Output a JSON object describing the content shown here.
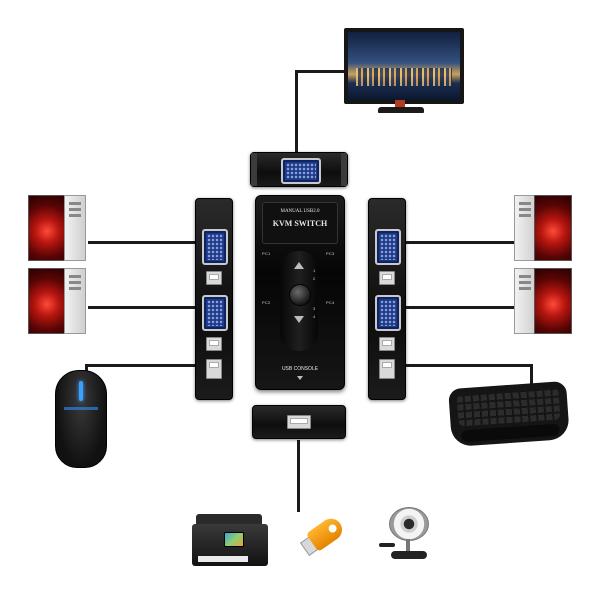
{
  "kvm": {
    "label_top": "MANUAL USB2.0",
    "label_main": "KVM SWITCH",
    "label_bottom": "USB CONSOLE",
    "port_labels": [
      "PC1",
      "PC2",
      "PC3",
      "PC4"
    ],
    "led_labels": [
      "1",
      "2",
      "3",
      "4"
    ]
  },
  "devices": {
    "monitor": "monitor-icon",
    "pcs": [
      "pc-1",
      "pc-2",
      "pc-3",
      "pc-4"
    ],
    "mouse": "mouse-icon",
    "keyboard": "keyboard-icon",
    "printer": "printer-icon",
    "usb_drive": "usb-drive-icon",
    "webcam": "webcam-icon"
  },
  "colors": {
    "background": "#ffffff",
    "device": "#111111",
    "vga_port": "#1e3b8a",
    "usb_drive": "#f29a10",
    "pc_glow": "#c81b10"
  }
}
